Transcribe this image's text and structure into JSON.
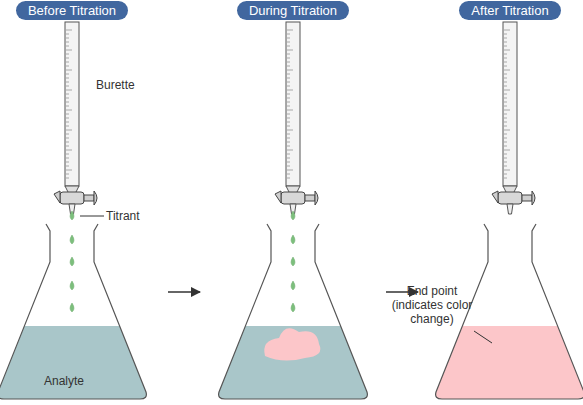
{
  "diagram": {
    "nodes": [
      {
        "text": [
          "Before Titration"
        ]
      },
      {
        "text": [
          "During Titration"
        ]
      },
      {
        "text": [
          "After Titration"
        ]
      }
    ],
    "labels": [
      "Burette",
      "Titrant",
      "Analyte",
      "End point (indicates color change)"
    ]
  }
}
